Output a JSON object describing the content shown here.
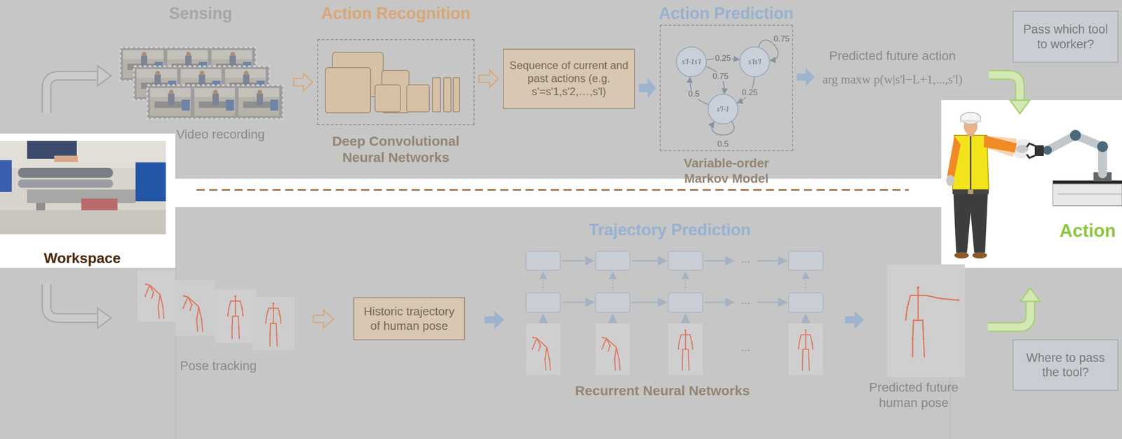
{
  "diagram": {
    "nodes": [
      {
        "text": [
          "Deep Convolutional Neural Networks"
        ]
      },
      {
        "text": [
          "Sequence of current and past actions (e.g. s'=s'1,s'2,…,s'l)"
        ]
      },
      {
        "text": [
          "Variable-order Markov Model"
        ]
      },
      {
        "text": [
          "s'l-1s'l"
        ],
        "in": 2
      },
      {
        "text": [
          "s'ls'l"
        ],
        "in": 2
      },
      {
        "text": [
          "s'l-1"
        ],
        "in": 2
      },
      {
        "text": [
          "Pass which tool to worker?"
        ]
      },
      {
        "text": [
          "Historic trajectory of human pose"
        ]
      },
      {
        "text": [
          "Where to pass the tool?"
        ]
      }
    ],
    "edges": [
      {
        "from": 0,
        "to": 1,
        "arrow": "to"
      },
      {
        "from": 1,
        "to": 2,
        "arrow": "to"
      },
      {
        "from": 3,
        "to": 4,
        "arrow": "to",
        "label": "0.25"
      },
      {
        "from": 3,
        "to": 5,
        "arrow": "to",
        "label": "0.75"
      },
      {
        "from": 4,
        "to": 4,
        "arrow": "to",
        "label": "0.75"
      },
      {
        "from": 4,
        "to": 5,
        "arrow": "to",
        "label": "0.25"
      },
      {
        "from": 5,
        "to": 3,
        "arrow": "to",
        "label": "0.5"
      },
      {
        "from": 5,
        "to": 5,
        "arrow": "to",
        "label": "0.5"
      }
    ],
    "labels": [
      "Sensing",
      "Action Recognition",
      "Action Prediction",
      "Video recording",
      "Predicted future action",
      "arg maxw p(w|s'l−L+1,...,s'l)",
      "Workspace",
      "Action",
      "Trajectory Prediction",
      "Pose tracking",
      "...",
      "...",
      "...",
      "Recurrent Neural Networks",
      "Predicted future human pose"
    ]
  }
}
